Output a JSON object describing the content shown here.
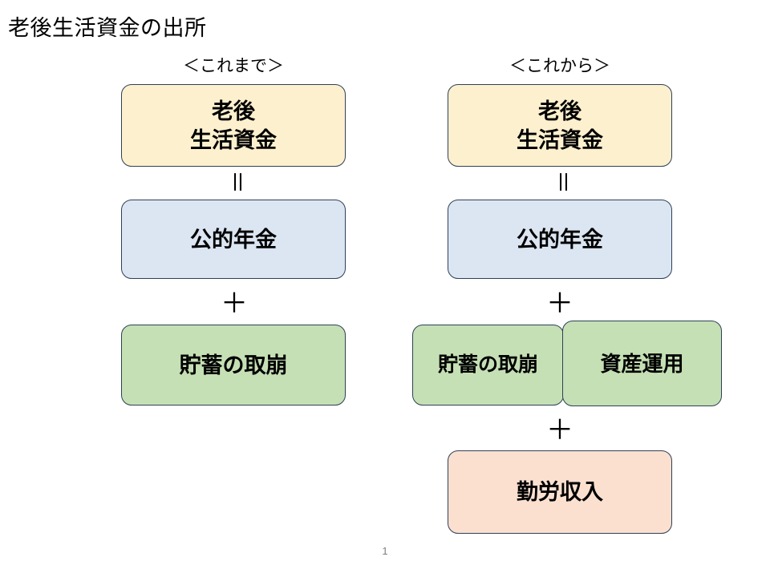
{
  "slide": {
    "title": "老後生活資金の出所",
    "page_number": "1",
    "background_color": "#ffffff"
  },
  "palette": {
    "fund_fill": "#fdf0ce",
    "pension_fill": "#dce6f2",
    "savings_fill": "#c5e0b4",
    "work_fill": "#fbe0d0",
    "border": "#2e4057",
    "page_number_color": "#808080"
  },
  "columns": [
    {
      "key": "past",
      "header": "＜これまで＞",
      "boxes": [
        {
          "name": "old-age-living-fund",
          "label": "老後\n生活資金",
          "line1": "老後",
          "line2": "生活資金",
          "fill": "#fdf0ce"
        },
        {
          "name": "public-pension",
          "label": "公的年金",
          "fill": "#dce6f2"
        },
        {
          "name": "savings-drawdown",
          "label": "貯蓄の取崩",
          "fill": "#c5e0b4"
        }
      ],
      "connectors": [
        {
          "name": "equals",
          "symbol": "＝"
        },
        {
          "name": "plus",
          "symbol": "＋"
        }
      ]
    },
    {
      "key": "future",
      "header": "＜これから＞",
      "boxes": [
        {
          "name": "old-age-living-fund",
          "label": "老後\n生活資金",
          "line1": "老後",
          "line2": "生活資金",
          "fill": "#fdf0ce"
        },
        {
          "name": "public-pension",
          "label": "公的年金",
          "fill": "#dce6f2"
        },
        {
          "name": "savings-drawdown",
          "label": "貯蓄の取崩",
          "fill": "#c5e0b4"
        },
        {
          "name": "asset-management",
          "label": "資産運用",
          "fill": "#c5e0b4"
        },
        {
          "name": "work-income",
          "label": "勤労収入",
          "fill": "#fbe0d0"
        }
      ],
      "connectors": [
        {
          "name": "equals",
          "symbol": "＝"
        },
        {
          "name": "plus-1",
          "symbol": "＋"
        },
        {
          "name": "plus-2",
          "symbol": "＋"
        }
      ]
    }
  ]
}
